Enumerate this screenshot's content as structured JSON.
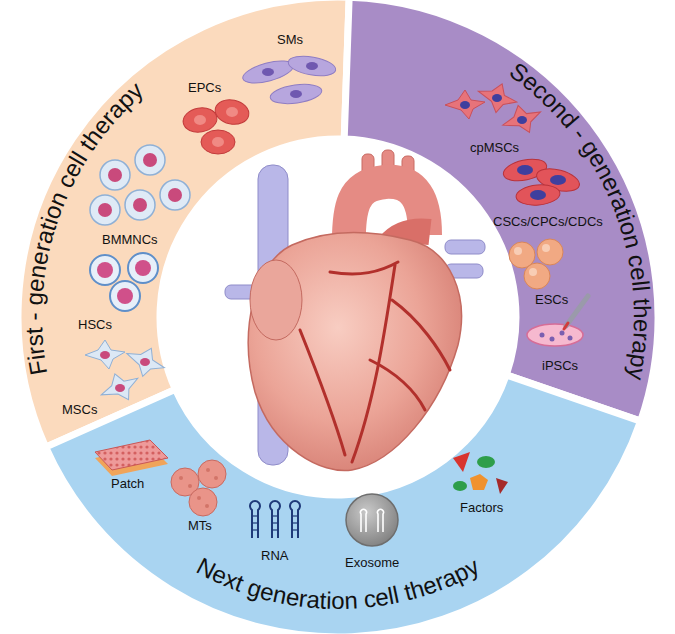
{
  "diagram": {
    "nodes": [
      {
        "text": [
          "First - generation cell therapy"
        ]
      },
      {
        "text": [
          "Second - generation cell therapy"
        ]
      },
      {
        "text": [
          "Next generation cell therapy"
        ]
      }
    ],
    "labels": [
      "SMs",
      "EPCs",
      "BMMNCs",
      "HSCs",
      "MSCs",
      "cpMSCs",
      "CSCs/CPCs/CDCs",
      "ESCs",
      "iPSCs",
      "Patch",
      "MTs",
      "RNA",
      "Exosome",
      "Factors"
    ]
  }
}
